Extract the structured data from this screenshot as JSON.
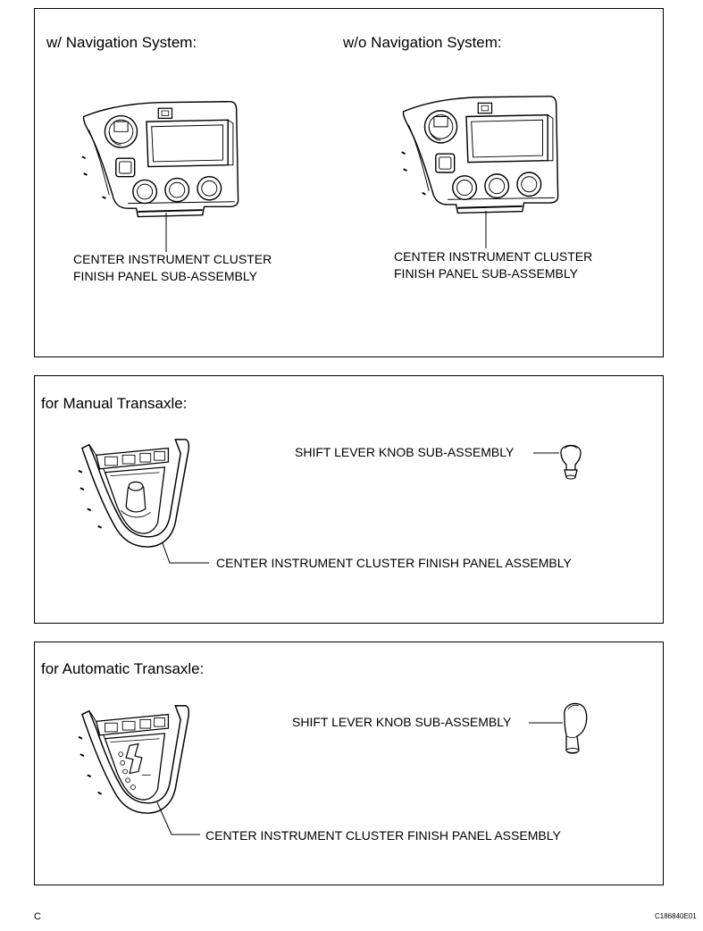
{
  "nav_section": {
    "with_nav_heading": "w/ Navigation System:",
    "without_nav_heading": "w/o Navigation System:",
    "with_nav_label_line1": "CENTER INSTRUMENT CLUSTER",
    "with_nav_label_line2": "FINISH PANEL SUB-ASSEMBLY",
    "without_nav_label_line1": "CENTER INSTRUMENT CLUSTER",
    "without_nav_label_line2": "FINISH PANEL SUB-ASSEMBLY"
  },
  "manual_section": {
    "heading": "for Manual Transaxle:",
    "knob_label": "SHIFT LEVER KNOB SUB-ASSEMBLY",
    "panel_label": "CENTER INSTRUMENT CLUSTER FINISH PANEL ASSEMBLY"
  },
  "automatic_section": {
    "heading": "for Automatic Transaxle:",
    "knob_label": "SHIFT LEVER KNOB SUB-ASSEMBLY",
    "panel_label": "CENTER INSTRUMENT CLUSTER FINISH PANEL ASSEMBLY"
  },
  "footer": {
    "page_letter": "C",
    "figure_code": "C186840E01"
  }
}
